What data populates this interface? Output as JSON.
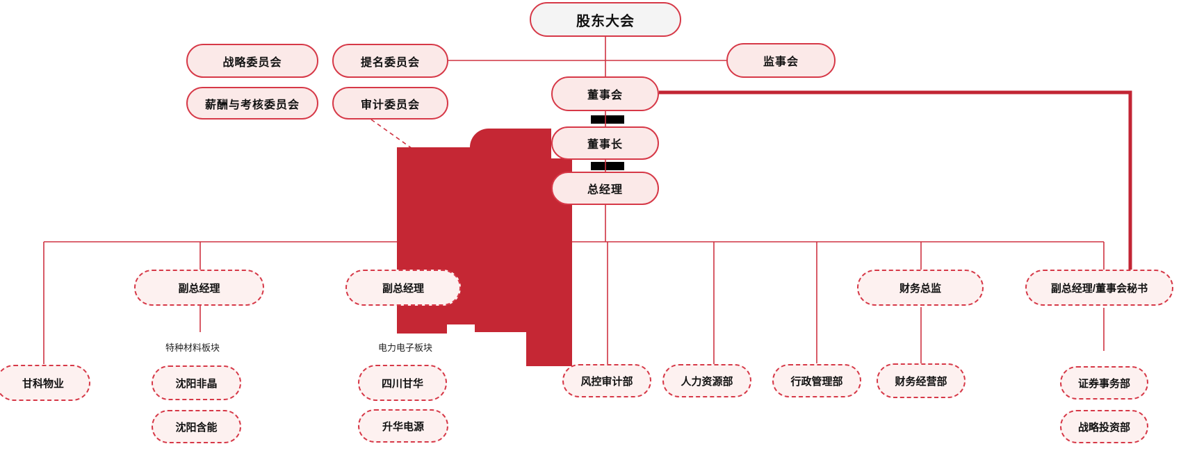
{
  "diagram": {
    "type": "org-chart",
    "nodes": {
      "shareholders_meeting": "股东大会",
      "strategy_committee": "战略委员会",
      "nomination_committee": "提名委员会",
      "compensation_committee": "薪酬与考核委员会",
      "audit_committee": "审计委员会",
      "supervisory_board": "监事会",
      "board_of_directors": "董事会",
      "chairman": "董事长",
      "general_manager": "总经理",
      "deputy_gm_1": "副总经理",
      "deputy_gm_2": "副总经理",
      "cfo": "财务总监",
      "deputy_gm_board_secretary": "副总经理/董事会秘书",
      "ganke_property": "甘科物业",
      "shenyang_feijing": "沈阳非晶",
      "shenyang_hanneng": "沈阳含能",
      "sichuan_ganhua": "四川甘华",
      "shenghua_power": "升华电源",
      "risk_audit_dept": "风控审计部",
      "hr_dept": "人力资源部",
      "admin_dept": "行政管理部",
      "finance_operation_dept": "财务经营部",
      "securities_affairs_dept": "证券事务部",
      "strategic_investment_dept": "战略投资部"
    },
    "section_labels": {
      "special_materials": "特种材料板块",
      "power_electronics": "电力电子板块"
    },
    "colors": {
      "line": "#cf3241",
      "border": "#d63847",
      "fill": "#fbe9e8",
      "fill_light": "#fdf1f0",
      "fill_gray": "#f4f4f4",
      "blob": "#c52734",
      "thick": "#c22534",
      "bar": "#000000"
    }
  }
}
